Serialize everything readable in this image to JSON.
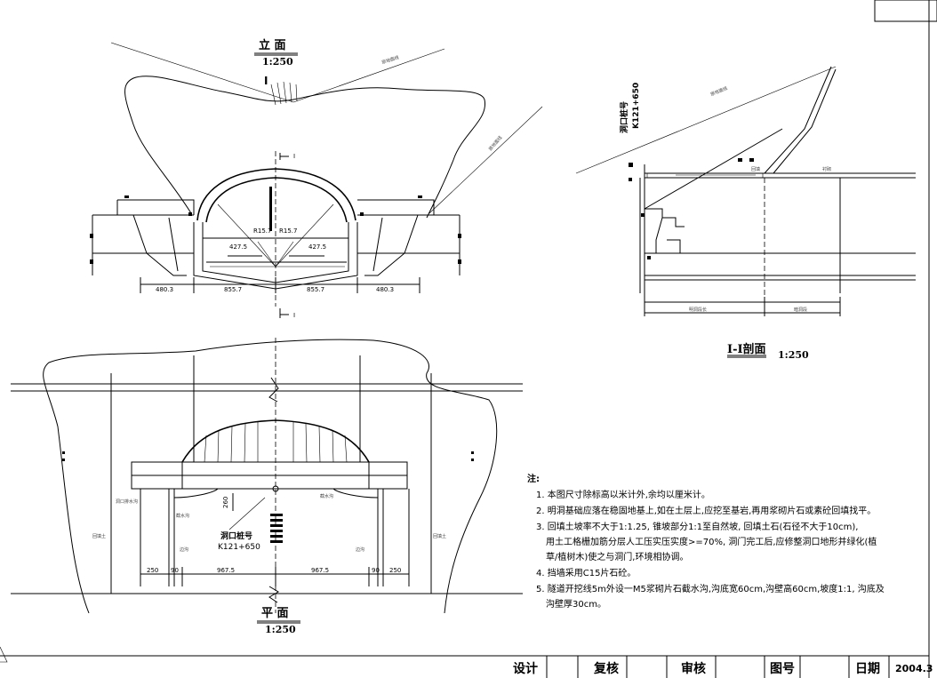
{
  "elevation": {
    "title": "立  面",
    "scale": "1:250",
    "section_mark": "I",
    "section_mark_top": "I",
    "section_mark_bottom": "I",
    "dims": {
      "left_outer": "480.3",
      "left_inner": "855.7",
      "right_inner": "855.7",
      "right_outer": "480.3",
      "span_left": "427.5",
      "span_right": "427.5",
      "r_left": "R15.7",
      "r_right": "R15.7"
    }
  },
  "section": {
    "title": "I-I剖面",
    "scale": "1:250",
    "portal_no_label": "洞口桩号",
    "portal_no_value": "K121+650"
  },
  "plan": {
    "title": "平  面",
    "scale": "1:250",
    "portal_no_label": "洞口桩号",
    "portal_no_value": "K121+650",
    "depth": "260",
    "dims": [
      "250",
      "90",
      "967.5",
      "967.5",
      "90",
      "250"
    ]
  },
  "notes": {
    "heading": "注:",
    "items": [
      "1. 本图尺寸除标高以米计外,余均以厘米计。",
      "2. 明洞基础应落在稳固地基上,如在土层上,应挖至基岩,再用浆砌片石或素砼回填找平。",
      "3. 回填土坡率不大于1:1.25, 锥坡部分1:1至自然坡, 回填土石(石径不大于10cm),",
      "用土工格栅加筋分层人工压实压实度>=70%, 洞门完工后,应修整洞口地形并绿化(植",
      "草/植树木)使之与洞门,环境相协调。",
      "4. 挡墙采用C15片石砼。",
      "5. 隧道开挖线5m外设一M5浆砌片石截水沟,沟底宽60cm,沟壁高60cm,坡度1:1, 沟底及",
      "沟壁厚30cm。"
    ]
  },
  "title_block": {
    "design": "设计",
    "check": "复核",
    "review": "审核",
    "drawing_no": "图号",
    "date_label": "日期",
    "date_value": "2004.3"
  }
}
